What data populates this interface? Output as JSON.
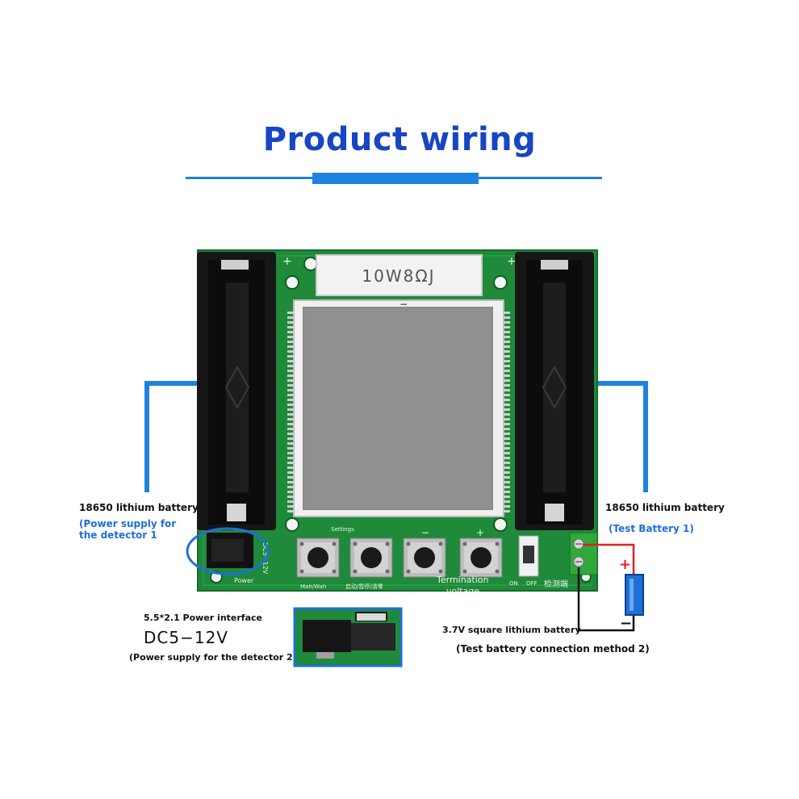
{
  "header": {
    "title": "Product wiring"
  },
  "board": {
    "resistor_label": "10W8ΩJ",
    "settings_label": "Settings",
    "button_labels": [
      "Mah/Wah",
      "启动/暂停/清零"
    ],
    "termination_label": "Termination",
    "voltage_label": "voltage",
    "switch_on": "ON",
    "switch_off": "OFF",
    "detect_label": "检测端",
    "power_label": "Power",
    "dc_label": "DC5~12V"
  },
  "annotations": {
    "left_battery_title": "18650 lithium battery",
    "left_battery_desc": "(Power supply for the detector 1",
    "right_battery_title": "18650 lithium battery",
    "right_battery_desc": "(Test Battery 1)",
    "power_interface": "5.5*2.1 Power interface",
    "dc_voltage": "DC5−12V",
    "power_supply_2": "(Power supply for the detector 2",
    "square_battery": "3.7V square lithium battery",
    "method_2": "(Test battery connection method 2)",
    "plus": "+",
    "minus": "−"
  },
  "colors": {
    "title": "#1746c4",
    "accent": "#1f82e0",
    "pcb": "#1f8a3a",
    "lcd": "#8a8a8a",
    "wire_red": "#e02020",
    "wire_black": "#111111"
  }
}
